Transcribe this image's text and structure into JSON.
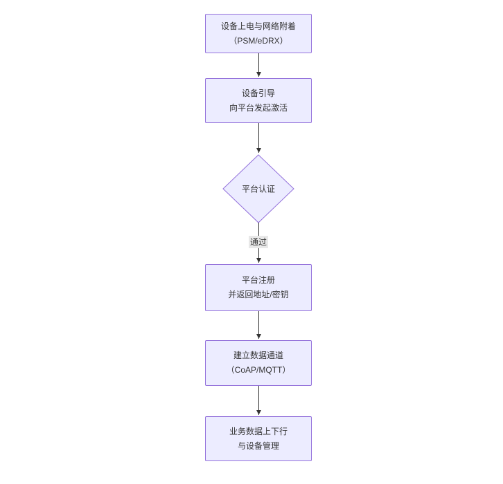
{
  "diagram": {
    "type": "flowchart",
    "direction": "top-down",
    "colors": {
      "background": "#FFFFFF",
      "node_fill": "#ECECFF",
      "node_border": "#9370DB",
      "edge": "#333333",
      "text": "#333333",
      "edge_label_bg": "#E8E8E8"
    },
    "nodes": [
      {
        "id": "power-on",
        "shape": "rect",
        "lines": [
          "设备上电与网络附着",
          "（PSM/eDRX）"
        ]
      },
      {
        "id": "bootstrap",
        "shape": "rect",
        "lines": [
          "设备引导",
          "向平台发起激活"
        ]
      },
      {
        "id": "auth",
        "shape": "diamond",
        "lines": [
          "平台认证"
        ]
      },
      {
        "id": "register",
        "shape": "rect",
        "lines": [
          "平台注册",
          "并返回地址/密钥"
        ]
      },
      {
        "id": "channel",
        "shape": "rect",
        "lines": [
          "建立数据通道",
          "（CoAP/MQTT）"
        ]
      },
      {
        "id": "business",
        "shape": "rect",
        "lines": [
          "业务数据上下行",
          "与设备管理"
        ]
      }
    ],
    "edges": [
      {
        "from": "power-on",
        "to": "bootstrap",
        "label": ""
      },
      {
        "from": "bootstrap",
        "to": "auth",
        "label": ""
      },
      {
        "from": "auth",
        "to": "register",
        "label": "通过"
      },
      {
        "from": "register",
        "to": "channel",
        "label": ""
      },
      {
        "from": "channel",
        "to": "business",
        "label": ""
      }
    ]
  }
}
